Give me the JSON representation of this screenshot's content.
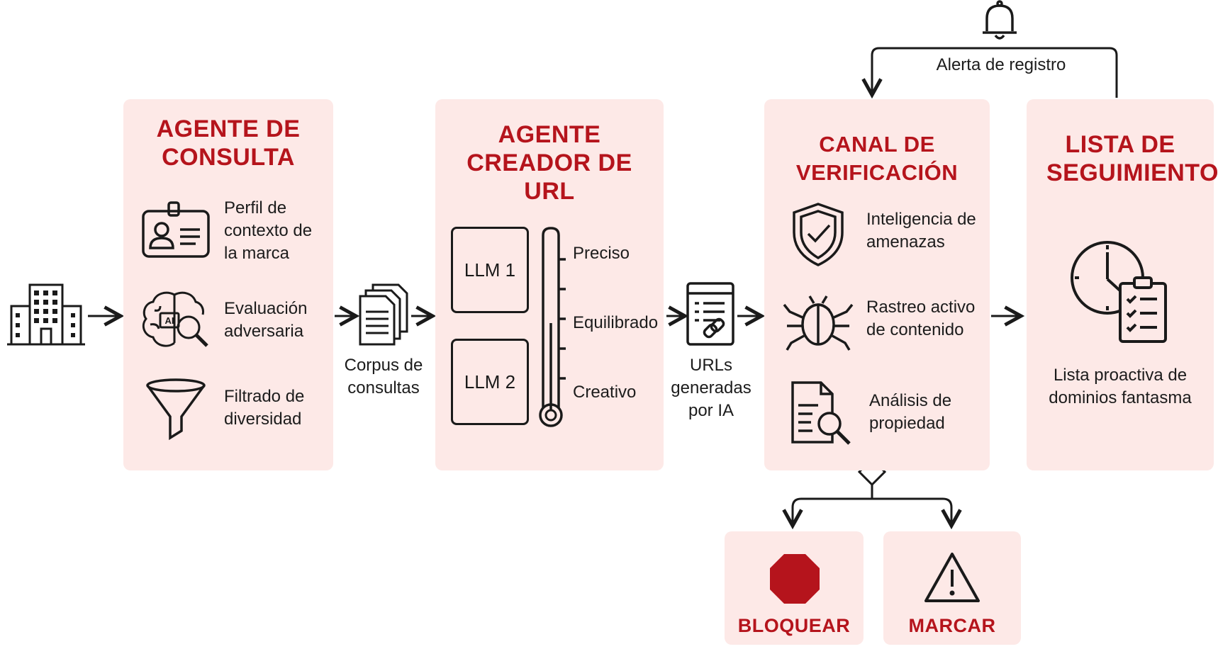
{
  "colors": {
    "panel_bg": "#fde9e7",
    "accent": "#b5141c",
    "ink": "#1a1a1a"
  },
  "inputs": {
    "company_icon": "building-icon"
  },
  "agente_consulta": {
    "title": "AGENTE DE CONSULTA",
    "items": [
      {
        "icon": "id-card-icon",
        "label": "Perfil de contexto de la marca"
      },
      {
        "icon": "ai-brain-search-icon",
        "label": "Evaluación adversaria"
      },
      {
        "icon": "funnel-icon",
        "label": "Filtrado de diversidad"
      }
    ]
  },
  "corpus": {
    "icon": "documents-stack-icon",
    "label": "Corpus de consultas"
  },
  "agente_url": {
    "title": "AGENTE CREADOR DE URL",
    "llms": [
      "LLM 1",
      "LLM 2"
    ],
    "thermometer_icon": "thermometer-icon",
    "levels": [
      "Preciso",
      "Equilibrado",
      "Creativo"
    ]
  },
  "urls": {
    "icon": "url-document-icon",
    "label": "URLs generadas por IA"
  },
  "canal": {
    "title": "CANAL DE VERIFICACIÓN",
    "items": [
      {
        "icon": "shield-check-icon",
        "label": "Inteligencia de amenazas"
      },
      {
        "icon": "bug-icon",
        "label": "Rastreo activo de contenido"
      },
      {
        "icon": "document-search-icon",
        "label": "Análisis de propiedad"
      }
    ]
  },
  "alerta": {
    "icon": "bell-icon",
    "label": "Alerta de registro"
  },
  "lista": {
    "title": "LISTA DE SEGUIMIENTO",
    "icon": "clock-clipboard-icon",
    "label": "Lista proactiva de dominios fantasma"
  },
  "outcomes": [
    {
      "icon": "stop-octagon-icon",
      "label": "BLOQUEAR"
    },
    {
      "icon": "warning-triangle-icon",
      "label": "MARCAR"
    }
  ]
}
